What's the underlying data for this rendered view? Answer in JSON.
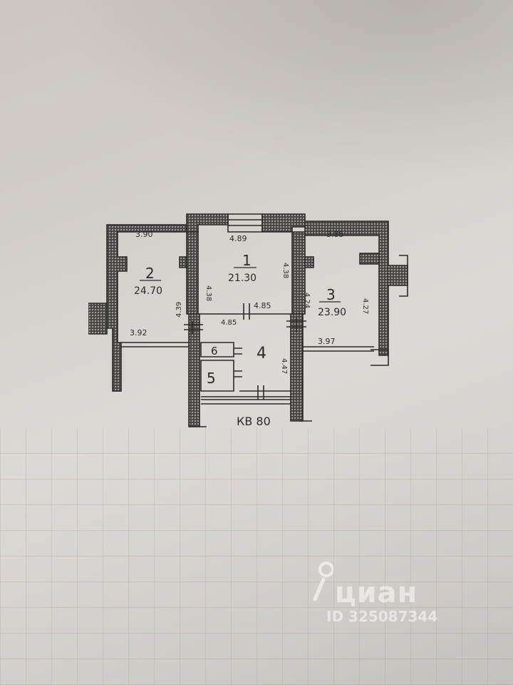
{
  "plan": {
    "rooms": [
      {
        "number": "1",
        "area": "21.30"
      },
      {
        "number": "2",
        "area": "24.70"
      },
      {
        "number": "3",
        "area": "23.90"
      },
      {
        "number": "4"
      },
      {
        "number": "5"
      },
      {
        "number": "6"
      }
    ],
    "dimensions": {
      "room2_top": "3.90",
      "room2_right": "4.39",
      "room2_bottom": "3.92",
      "room1_top": "4.89",
      "room1_left": "4.38",
      "room1_right": "4.38",
      "room1_bottom": "4.85",
      "hall_top": "4.85",
      "hall_right": "4.47",
      "room3_top": "3.85",
      "room3_left": "4.24",
      "room3_right": "4.27",
      "room3_bottom": "3.97"
    },
    "apartment_label": "КВ 80"
  },
  "watermark": {
    "brand": "циан",
    "id": "ID 325087344",
    "icon": "location-pin-icon"
  }
}
